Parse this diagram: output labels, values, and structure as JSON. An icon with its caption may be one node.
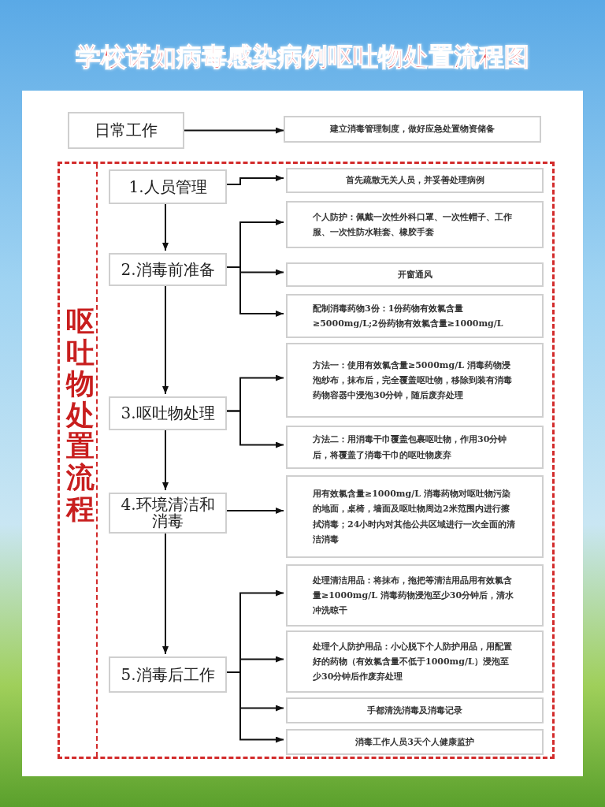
{
  "diagram": {
    "title": "学校诺如病毒感染病例呕吐物处置流程图",
    "nodes": [
      {
        "text": [
          "日常工作"
        ]
      },
      {
        "text": [
          "建立消毒管理制度，做好应急处置物资储备"
        ]
      },
      {
        "text": [
          "呕吐物处置流程"
        ]
      },
      {
        "text": [
          "1.人员管理"
        ],
        "in": 2
      },
      {
        "text": [
          "首先疏散无关人员，并妥善处理病例"
        ],
        "in": 2
      },
      {
        "text": [
          "2.消毒前准备"
        ],
        "in": 2
      },
      {
        "text": [
          "个人防护：佩戴一次性外科口罩、一次性帽子、工作服、一次性防水鞋套、橡胶手套"
        ],
        "in": 2
      },
      {
        "text": [
          "开窗通风"
        ],
        "in": 2
      },
      {
        "text": [
          "配制消毒药物3份：1份药物有效氯含量≥5000mg/L;2份药物有效氯含量≥1000mg/L"
        ],
        "in": 2
      },
      {
        "text": [
          "3.呕吐物处理"
        ],
        "in": 2
      },
      {
        "text": [
          "方法一：使用有效氯含量≥5000mg/L 消毒药物浸泡纱布，抹布后，完全覆盖呕吐物，移除到装有消毒药物容器中浸泡30分钟，随后废弃处理"
        ],
        "in": 2
      },
      {
        "text": [
          "方法二：用消毒干巾覆盖包裹呕吐物，作用30分钟后，将覆盖了消毒干巾的呕吐物废弃"
        ],
        "in": 2
      },
      {
        "text": [
          "4.环境清洁和消毒"
        ],
        "in": 2
      },
      {
        "text": [
          "用有效氯含量≥1000mg/L 消毒药物对呕吐物污染的地面，桌椅，墙面及呕吐物周边2米范围内进行擦拭消毒；24小时内对其他公共区域进行一次全面的清洁消毒"
        ],
        "in": 2
      },
      {
        "text": [
          "5.消毒后工作"
        ],
        "in": 2
      },
      {
        "text": [
          "处理清洁用品：将抹布，拖把等清洁用品用有效氯含量≥1000mg/L 消毒药物浸泡至少30分钟后，清水冲洗晾干"
        ],
        "in": 2
      },
      {
        "text": [
          "处理个人防护用品：小心脱下个人防护用品，用配置好的药物（有效氯含量不低于1000mg/L）浸泡至少30分钟后作废弃处理"
        ],
        "in": 2
      },
      {
        "text": [
          "手都清洗消毒及消毒记录"
        ],
        "in": 2
      },
      {
        "text": [
          "消毒工作人员3天个人健康监护"
        ],
        "in": 2
      }
    ],
    "edges": [
      {
        "from": 0,
        "to": 1,
        "arrow": "to"
      },
      {
        "from": 3,
        "to": 4,
        "arrow": "to"
      },
      {
        "from": 3,
        "to": 5,
        "arrow": "to"
      },
      {
        "from": 5,
        "to": 6,
        "arrow": "to"
      },
      {
        "from": 5,
        "to": 7,
        "arrow": "to"
      },
      {
        "from": 5,
        "to": 8,
        "arrow": "to"
      },
      {
        "from": 5,
        "to": 9,
        "arrow": "to"
      },
      {
        "from": 9,
        "to": 10,
        "arrow": "to"
      },
      {
        "from": 9,
        "to": 11,
        "arrow": "to"
      },
      {
        "from": 9,
        "to": 12,
        "arrow": "to"
      },
      {
        "from": 12,
        "to": 13,
        "arrow": "to"
      },
      {
        "from": 12,
        "to": 14,
        "arrow": "to"
      },
      {
        "from": 14,
        "to": 15,
        "arrow": "to"
      },
      {
        "from": 14,
        "to": 16,
        "arrow": "to"
      },
      {
        "from": 14,
        "to": 17,
        "arrow": "to"
      },
      {
        "from": 14,
        "to": 18,
        "arrow": "to"
      }
    ]
  }
}
